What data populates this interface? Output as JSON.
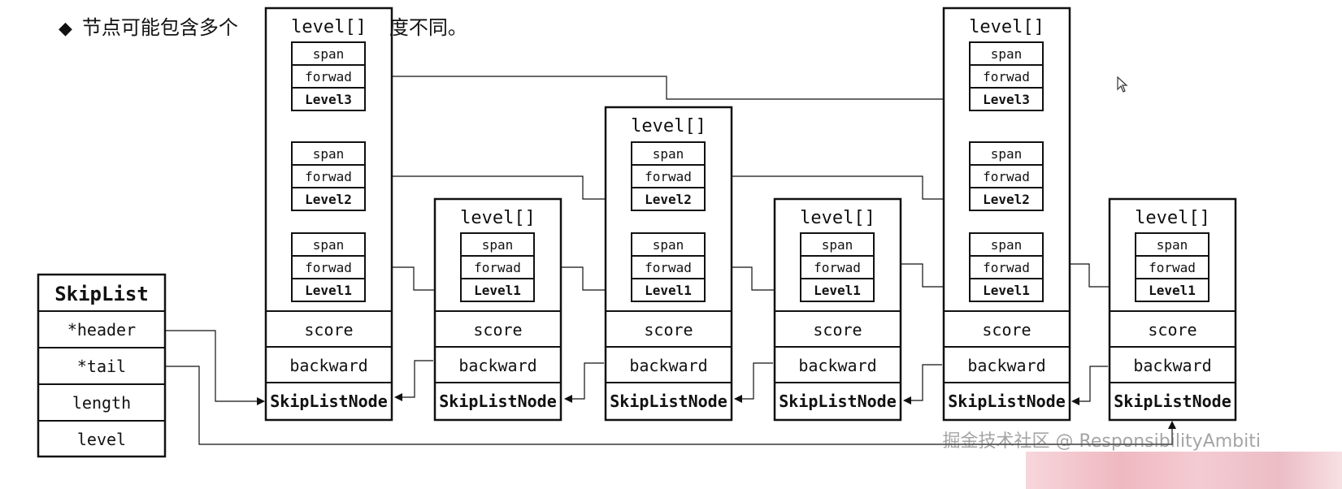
{
  "heading": {
    "bullet": "◆",
    "text_left": "节点可能包含多个",
    "text_right": "度不同。"
  },
  "skiplist": {
    "title": "SkipList",
    "fields": [
      "*header",
      "*tail",
      "length",
      "level"
    ]
  },
  "nodes": [
    {
      "header": "level[]",
      "levels": [
        {
          "span": "span",
          "forward": "forwad",
          "label": "Level3"
        },
        {
          "span": "span",
          "forward": "forwad",
          "label": "Level2"
        },
        {
          "span": "span",
          "forward": "forwad",
          "label": "Level1"
        }
      ],
      "score": "score",
      "backward": "backward",
      "name": "SkipListNode"
    },
    {
      "header": "level[]",
      "levels": [
        {
          "span": "span",
          "forward": "forwad",
          "label": "Level1"
        }
      ],
      "score": "score",
      "backward": "backward",
      "name": "SkipListNode"
    },
    {
      "header": "level[]",
      "levels": [
        {
          "span": "span",
          "forward": "forwad",
          "label": "Level2"
        },
        {
          "span": "span",
          "forward": "forwad",
          "label": "Level1"
        }
      ],
      "score": "score",
      "backward": "backward",
      "name": "SkipListNode"
    },
    {
      "header": "level[]",
      "levels": [
        {
          "span": "span",
          "forward": "forwad",
          "label": "Level1"
        }
      ],
      "score": "score",
      "backward": "backward",
      "name": "SkipListNode"
    },
    {
      "header": "level[]",
      "levels": [
        {
          "span": "span",
          "forward": "forwad",
          "label": "Level3"
        },
        {
          "span": "span",
          "forward": "forwad",
          "label": "Level2"
        },
        {
          "span": "span",
          "forward": "forwad",
          "label": "Level1"
        }
      ],
      "score": "score",
      "backward": "backward",
      "name": "SkipListNode"
    },
    {
      "header": "level[]",
      "levels": [
        {
          "span": "span",
          "forward": "forwad",
          "label": "Level1"
        }
      ],
      "score": "score",
      "backward": "backward",
      "name": "SkipListNode"
    }
  ],
  "watermark": "掘金技术社区 @ ResponsibilityAmbiti"
}
